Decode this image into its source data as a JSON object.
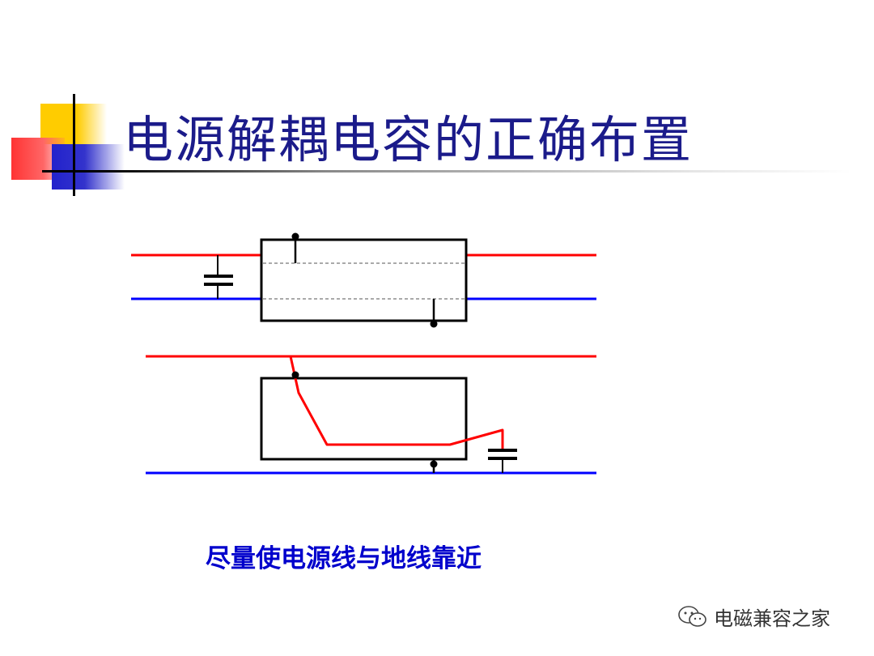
{
  "slide": {
    "title": "电源解耦电容的正确布置",
    "caption": "尽量使电源线与地线靠近",
    "watermark": "电磁兼容之家"
  },
  "colors": {
    "title_text": "#1b1b8a",
    "caption_text": "#0000cc",
    "power_line": "#ff0000",
    "ground_line": "#0000ff",
    "component_outline": "#000000"
  }
}
